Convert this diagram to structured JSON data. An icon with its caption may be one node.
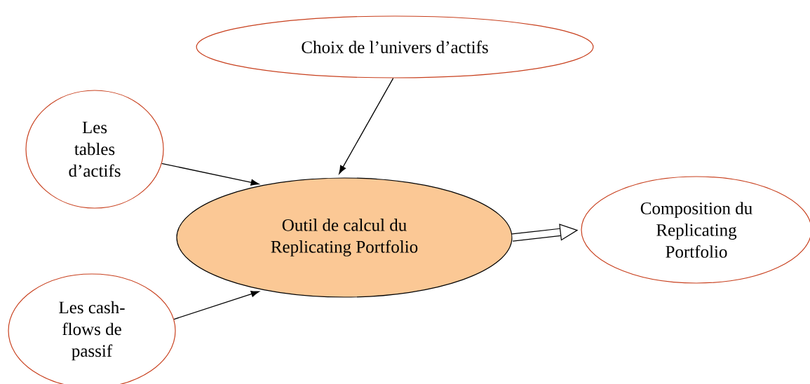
{
  "diagram": {
    "nodes": [
      {
        "text": [
          "Choix de l’univers d’actifs"
        ]
      },
      {
        "text": [
          "Les tables d’actifs"
        ]
      },
      {
        "text": [
          "Outil de calcul du Replicating Portfolio"
        ]
      },
      {
        "text": [
          "Composition du Replicating Portfolio"
        ]
      },
      {
        "text": [
          "Les cash-flows de passif"
        ]
      }
    ],
    "edges": [
      {
        "from": 0,
        "to": 2,
        "arrow": "to"
      },
      {
        "from": 1,
        "to": 2,
        "arrow": "to"
      },
      {
        "from": 4,
        "to": 2,
        "arrow": "to"
      },
      {
        "from": 2,
        "to": 3,
        "arrow": "to",
        "style": "thick"
      }
    ]
  }
}
